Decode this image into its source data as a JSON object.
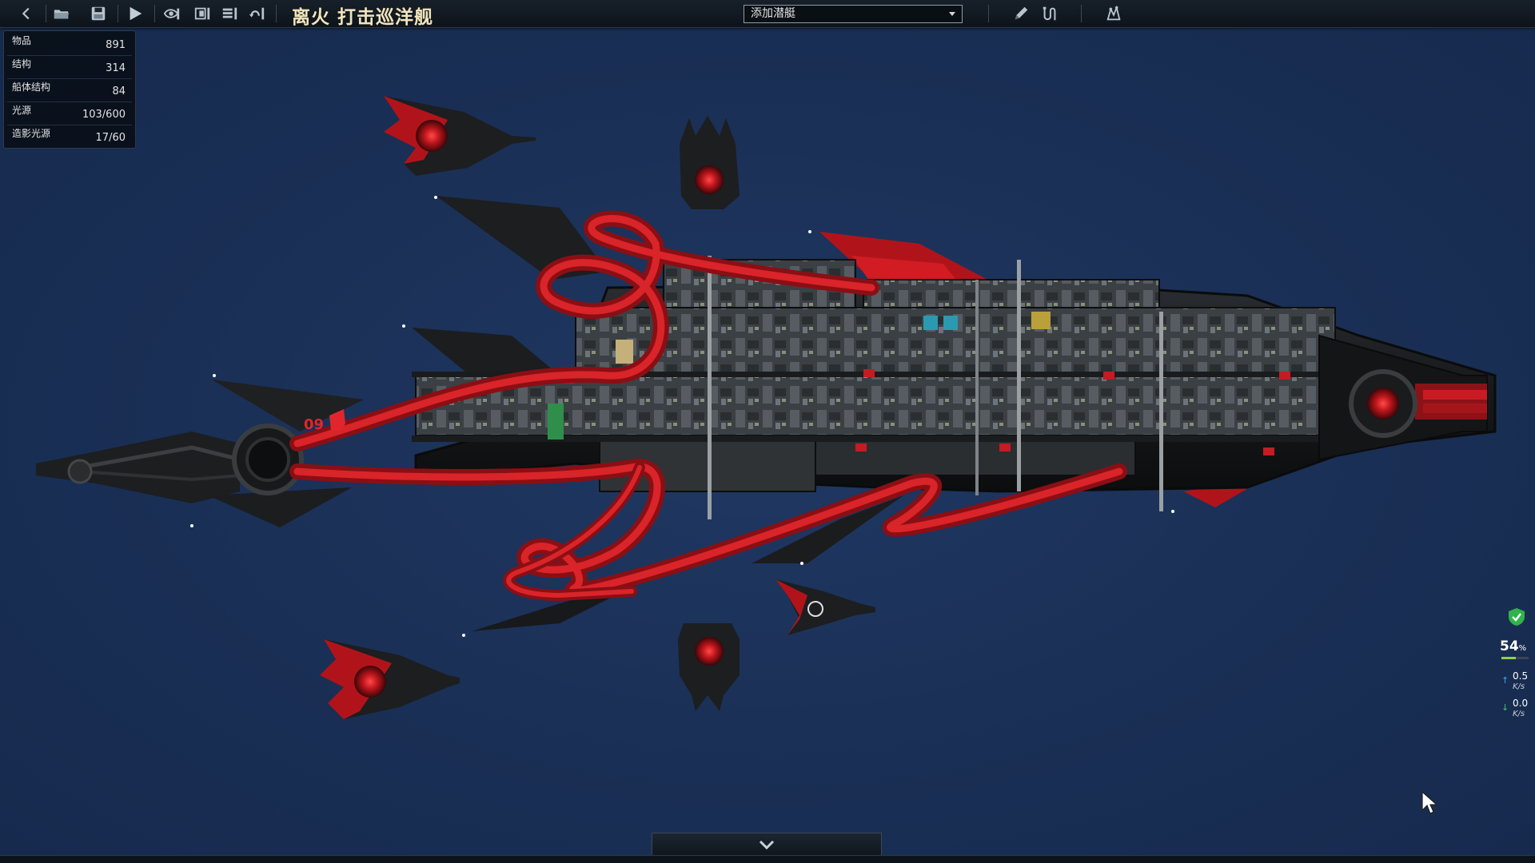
{
  "window": {
    "title": "离火 打击巡洋舰"
  },
  "toolbar": {
    "buttons": [
      {
        "name": "back-icon"
      },
      {
        "name": "open-folder-icon"
      },
      {
        "name": "save-icon"
      },
      {
        "name": "play-icon"
      },
      {
        "name": "visibility-icon"
      },
      {
        "name": "layers-icon"
      },
      {
        "name": "list-icon"
      },
      {
        "name": "undo-icon"
      }
    ],
    "add_sub_select": {
      "value": "添加潜艇"
    },
    "right_tools": [
      {
        "name": "pencil-icon"
      },
      {
        "name": "wiring-icon"
      },
      {
        "name": "waypoint-icon"
      }
    ]
  },
  "stats": {
    "items": [
      {
        "label": "物品",
        "value": "891"
      },
      {
        "label": "结构",
        "value": "314"
      },
      {
        "label": "船体结构",
        "value": "84"
      },
      {
        "label": "光源",
        "value": "103/600"
      },
      {
        "label": "造影光源",
        "value": "17/60"
      }
    ]
  },
  "ship": {
    "hull_label": "09"
  },
  "network": {
    "percent": "54",
    "percent_unit": "%",
    "percent_value": 0.54,
    "upload": {
      "value": "0.5",
      "unit": "K/s"
    },
    "download": {
      "value": "0.0",
      "unit": "K/s"
    }
  },
  "colors": {
    "accent_red": "#c41c22",
    "hull_dark": "#141618",
    "background": "#1b3158",
    "title": "#f2e4bc",
    "network_green": "#8fd04f"
  }
}
